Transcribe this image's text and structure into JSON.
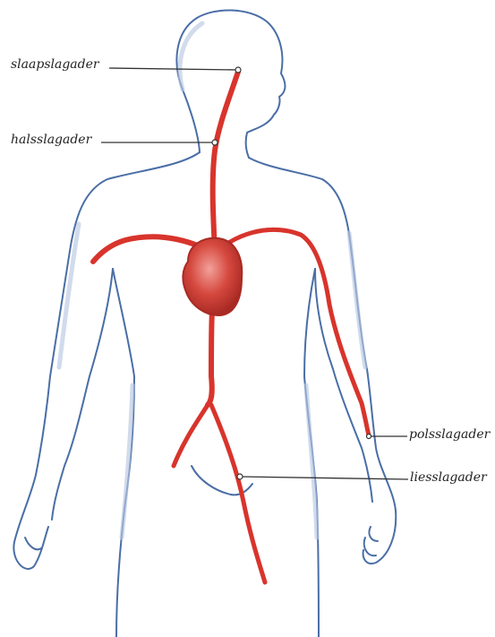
{
  "labels": {
    "slaapslagader": "slaapslagader",
    "halsslagader": "halsslagader",
    "polsslagader": "polsslagader",
    "liesslagader": "liesslagader"
  },
  "colors": {
    "body_outline": "#4a6ea6",
    "body_shading": "#b8c8e2",
    "artery": "#d8342c",
    "heart": "#d5483e",
    "leader_line": "#333333"
  },
  "icons": {
    "figure": "human-body-icon",
    "heart": "heart-icon"
  }
}
